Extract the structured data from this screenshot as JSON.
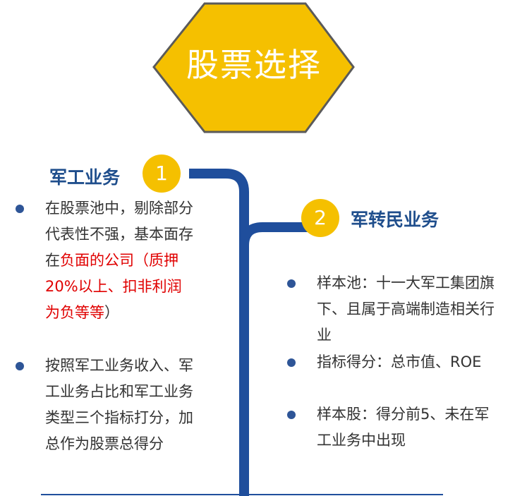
{
  "hex": {
    "title": "股票选择",
    "fill": "#f5c000",
    "stroke": "#5a5a5a"
  },
  "left": {
    "number": "1",
    "title": "军工业务",
    "bullet1": {
      "part1": "在股票池中，剔除部分代表性不强，基本面存在",
      "part2": "负面的公司（质押20%以上、扣非利润为负等等",
      "part3": "）"
    },
    "bullet2": "按照军工业务收入、军工业务占比和军工业务类型三个指标打分，加总作为股票总得分"
  },
  "right": {
    "number": "2",
    "title": "军转民业务",
    "bullets": [
      "样本池：十一大军工集团旗下、且属于高端制造相关行业",
      "指标得分：总市值、ROE",
      "样本股：得分前5、未在军工业务中出现"
    ]
  },
  "colors": {
    "connector": "#1f4e9c",
    "badge": "#f5c000",
    "title": "#1f4e8c",
    "highlight": "#e00000"
  }
}
